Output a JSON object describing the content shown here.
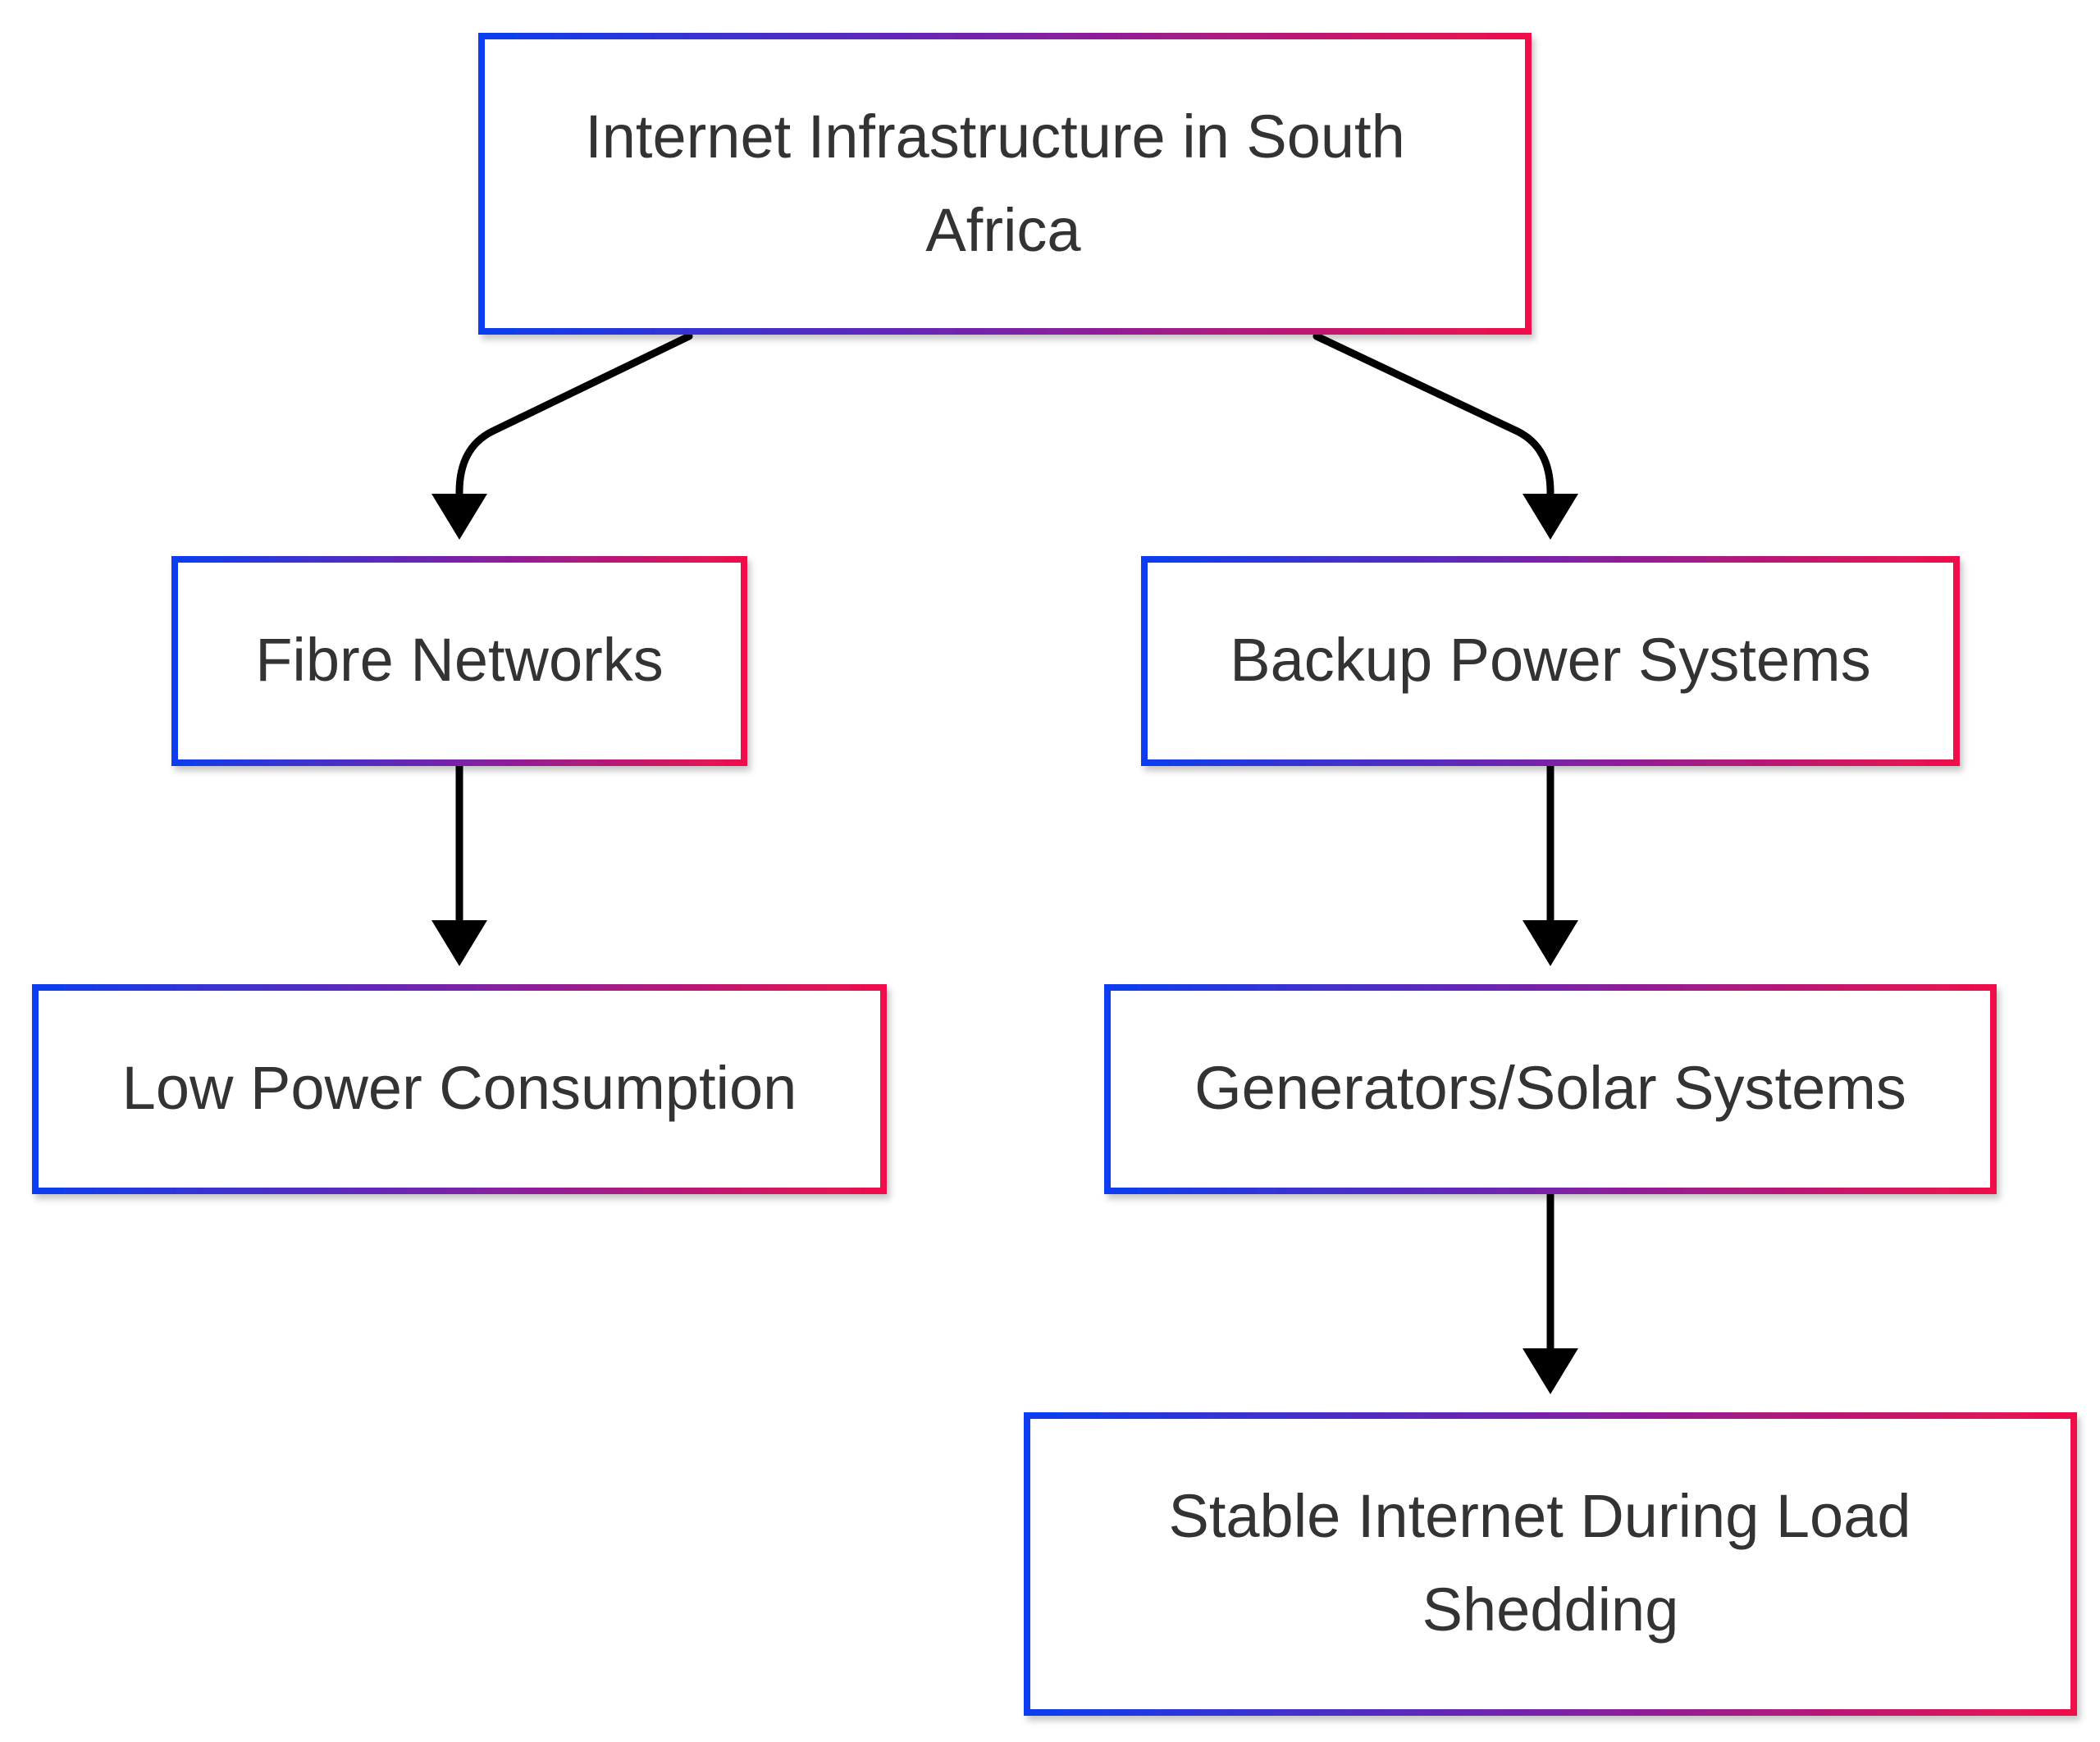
{
  "diagram": {
    "colors": {
      "gradient_start": "#0a3ef0",
      "gradient_mid": "#7a22a8",
      "gradient_end": "#f0104a",
      "edge": "#000000",
      "text": "#333333",
      "background": "#ffffff"
    },
    "nodes": {
      "root": {
        "line1": "Internet Infrastructure in South",
        "line2": "Africa"
      },
      "fibre": {
        "line1": "Fibre Networks"
      },
      "backup": {
        "line1": "Backup Power Systems"
      },
      "low_power": {
        "line1": "Low Power Consumption"
      },
      "generators": {
        "line1": "Generators/Solar Systems"
      },
      "stable": {
        "line1": "Stable Internet During Load",
        "line2": "Shedding"
      }
    },
    "edges": [
      {
        "from": "root",
        "to": "fibre"
      },
      {
        "from": "root",
        "to": "backup"
      },
      {
        "from": "fibre",
        "to": "low_power"
      },
      {
        "from": "backup",
        "to": "generators"
      },
      {
        "from": "generators",
        "to": "stable"
      }
    ]
  }
}
